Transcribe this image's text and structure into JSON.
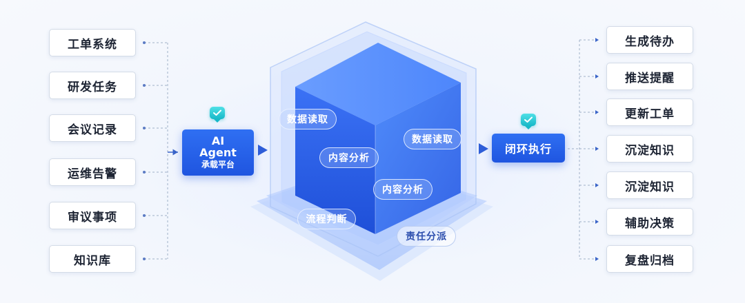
{
  "sources": [
    "工单系统",
    "研发任务",
    "会议记录",
    "运维告警",
    "审议事项",
    "知识库"
  ],
  "agent": {
    "line1": "AI",
    "line2": "Agent",
    "line3": "承载平台",
    "badge_icon": "check-icon"
  },
  "cube_labels": {
    "data_read_left": "数据读取",
    "data_read_right": "数据读取",
    "content_analysis_left": "内容分析",
    "content_analysis_right": "内容分析",
    "process_judgment": "流程判断",
    "responsibility_assignment": "责任分派"
  },
  "loop": {
    "label": "闭环执行",
    "badge_icon": "check-icon"
  },
  "outputs": [
    "生成待办",
    "推送提醒",
    "更新工单",
    "沉淀知识",
    "沉淀知识",
    "辅助决策",
    "复盘归档"
  ],
  "colors": {
    "accent_blue": "#1f55e0",
    "badge_teal": "#17b8c8",
    "connector": "#9fb0c8",
    "background": "#f2f6fd"
  }
}
